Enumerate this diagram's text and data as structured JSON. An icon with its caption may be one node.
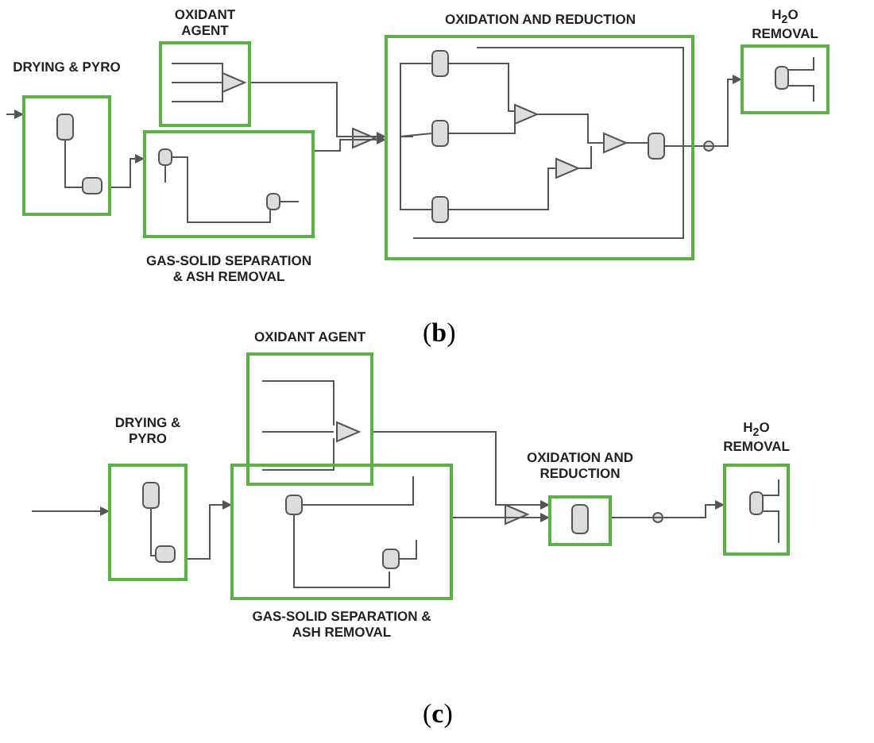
{
  "diagram": {
    "nodes": [
      {
        "text": [
          "DRYING & PYRO"
        ]
      },
      {
        "text": [
          "OXIDANT AGENT"
        ]
      },
      {
        "text": [
          "GAS-SOLID SEPARATION & ASH REMOVAL"
        ]
      },
      {
        "text": [
          "OXIDATION AND REDUCTION"
        ]
      },
      {
        "text": [
          "H$_{2}$O REMOVAL"
        ]
      },
      {
        "text": [
          "DRYING & PYRO"
        ]
      },
      {
        "text": [
          "OXIDANT AGENT"
        ]
      },
      {
        "text": [
          "GAS-SOLID SEPARATION & ASH REMOVAL"
        ]
      },
      {
        "text": [
          "OXIDATION AND REDUCTION"
        ]
      },
      {
        "text": [
          "H$_{2}$O REMOVAL"
        ]
      }
    ],
    "edges": [
      {
        "from": null,
        "to": 0,
        "arrow": "to"
      },
      {
        "from": 0,
        "to": 2,
        "arrow": "to"
      },
      {
        "from": 1,
        "to": 3,
        "arrow": "to"
      },
      {
        "from": 2,
        "to": 3,
        "arrow": "to"
      },
      {
        "from": 3,
        "to": 4,
        "arrow": "to"
      },
      {
        "from": null,
        "to": 5,
        "arrow": "to"
      },
      {
        "from": 5,
        "to": 7,
        "arrow": "to"
      },
      {
        "from": 6,
        "to": 8,
        "arrow": "to"
      },
      {
        "from": 7,
        "to": 8,
        "arrow": "to"
      },
      {
        "from": 8,
        "to": 9,
        "arrow": "to"
      }
    ],
    "labels": [
      "(**b**)",
      "(**c**)"
    ]
  }
}
